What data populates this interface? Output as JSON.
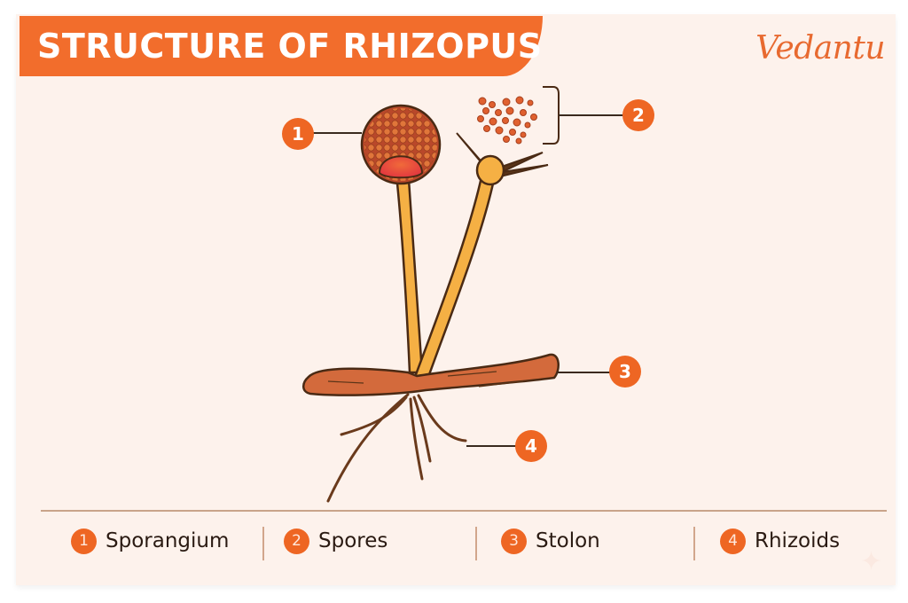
{
  "header": {
    "title": "STRUCTURE OF RHIZOPUS",
    "brand": "Vedantu"
  },
  "colors": {
    "accent": "#f26d2c",
    "background": "#fdf2ec",
    "sporangium": "#c8502e",
    "columella": "#e8423e",
    "sporangiophore": "#f5b044",
    "stolon": "#d36a3c",
    "outline": "#4a2a14"
  },
  "diagram": {
    "callouts": [
      {
        "number": "1",
        "part": "Sporangium"
      },
      {
        "number": "2",
        "part": "Spores"
      },
      {
        "number": "3",
        "part": "Stolon"
      },
      {
        "number": "4",
        "part": "Rhizoids"
      }
    ]
  },
  "legend": {
    "items": [
      {
        "number": "1",
        "label": "Sporangium"
      },
      {
        "number": "2",
        "label": "Spores"
      },
      {
        "number": "3",
        "label": "Stolon"
      },
      {
        "number": "4",
        "label": "Rhizoids"
      }
    ]
  }
}
